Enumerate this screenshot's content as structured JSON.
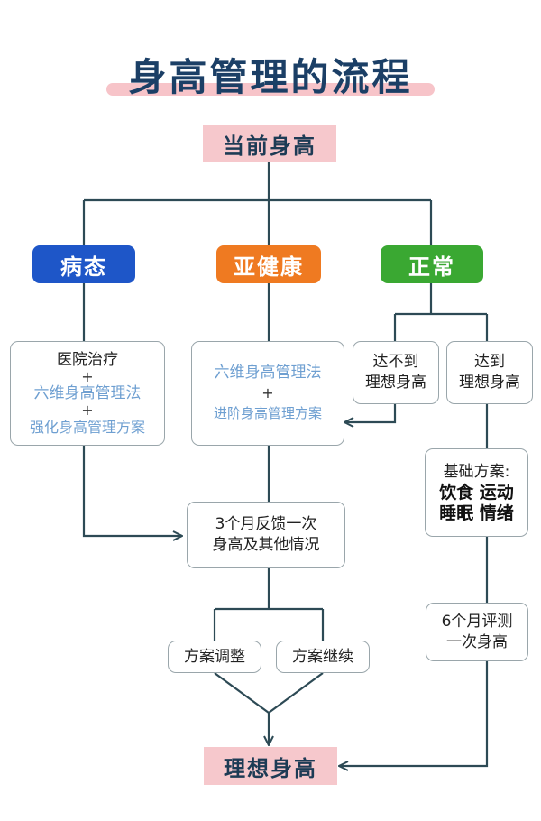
{
  "title": "身高管理的流程",
  "colors": {
    "line": "#2d4a55",
    "title_text": "#1b3f66",
    "pink": "#f6c8cc",
    "pathology": "#1e56c8",
    "subhealth": "#ef7a21",
    "normal": "#3aa832",
    "highlight_text": "#6e9fd1"
  },
  "nodes": {
    "current_height": "当前身高",
    "pathology": "病态",
    "subhealth": "亚健康",
    "normal": "正常",
    "hospital": {
      "line1": "医院治疗",
      "plus1": "+",
      "line2": "六维身高管理法",
      "plus2": "+",
      "line3": "强化身高管理方案"
    },
    "sixdim": {
      "line1": "六维身高管理法",
      "plus": "+",
      "line2": "进阶身高管理方案"
    },
    "not_reached": {
      "line1": "达不到",
      "line2": "理想身高"
    },
    "reached": {
      "line1": "达到",
      "line2": "理想身高"
    },
    "basic_plan": {
      "line1": "基础方案:",
      "line2": "饮食 运动",
      "line3": "睡眠 情绪"
    },
    "feedback": {
      "line1": "3个月反馈一次",
      "line2": "身高及其他情况"
    },
    "plan_adjust": "方案调整",
    "plan_continue": "方案继续",
    "six_month": {
      "line1": "6个月评测",
      "line2": "一次身高"
    },
    "ideal_height": "理想身高"
  }
}
